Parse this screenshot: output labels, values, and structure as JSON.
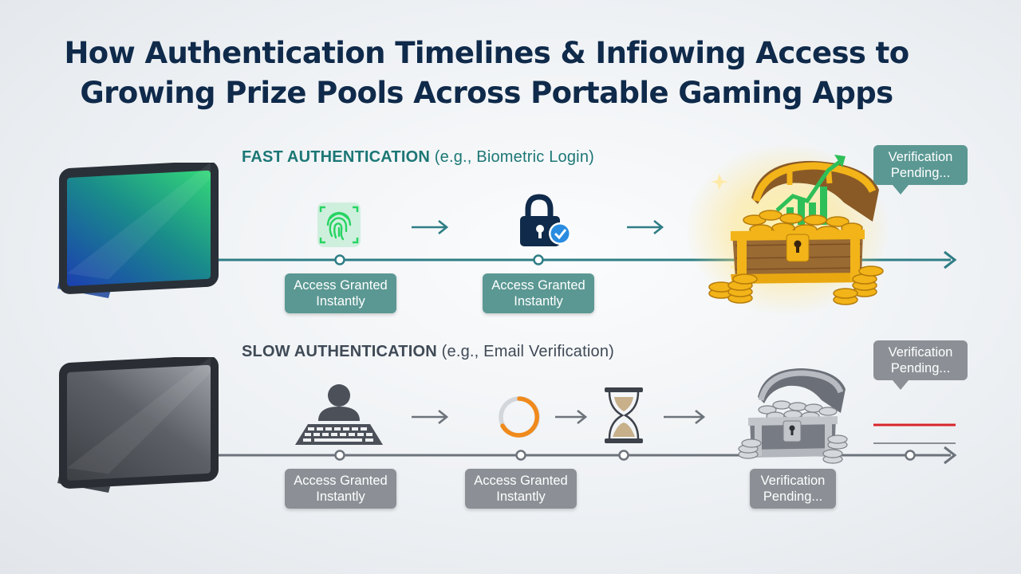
{
  "title": {
    "line1": "How Authentication Timelines & Infiowing Access to",
    "line2": "Growing Prize Pools Across Portable Gaming Apps"
  },
  "fast": {
    "heading_bold": "FAST AUTHENTICATION",
    "heading_rest": " (e.g., Biometric Login)",
    "captions": [
      {
        "line1": "Access Granted",
        "line2": "Instantly"
      },
      {
        "line1": "Access Granted",
        "line2": "Instantly"
      }
    ],
    "bubble": {
      "line1": "Verification",
      "line2": "Pending..."
    }
  },
  "slow": {
    "heading_bold": "SLOW AUTHENTICATION",
    "heading_rest": " (e.g., Email Verification)",
    "captions": [
      {
        "line1": "Access Granted",
        "line2": "Instantly"
      },
      {
        "line1": "Access Granted",
        "line2": "Instantly"
      },
      {
        "line1": "Verification",
        "line2": "Pending..."
      }
    ],
    "bubble": {
      "line1": "Verification",
      "line2": "Pending..."
    }
  },
  "icons": {
    "fast": [
      "tablet-icon",
      "fingerprint-icon",
      "arrow-right-icon",
      "padlock-check-icon",
      "arrow-right-icon",
      "treasure-chest-gold-icon"
    ],
    "slow": [
      "tablet-icon",
      "user-keyboard-icon",
      "arrow-right-icon",
      "loading-ring-icon",
      "arrow-right-icon",
      "hourglass-icon",
      "arrow-right-icon",
      "treasure-chest-silver-icon"
    ]
  },
  "colors": {
    "title": "#0f2a4a",
    "fast_line": "#2e7d85",
    "slow_line": "#6d737b",
    "fast_caption": "#5b9893",
    "slow_caption": "#8c9096",
    "fingerprint": "#27d463",
    "gold": "#f2b418",
    "loading": "#f08a1c",
    "red_line": "#d8262a"
  }
}
